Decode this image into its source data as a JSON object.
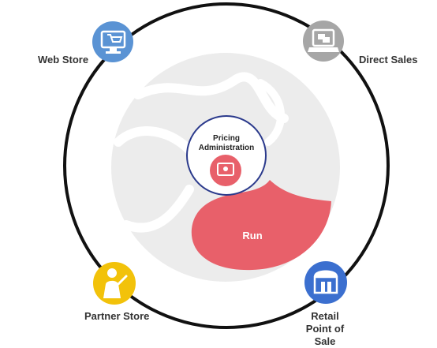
{
  "center": {
    "title": "Pricing Administration",
    "icon": "pricing-tag-icon"
  },
  "phase": {
    "label": "Run",
    "color": "#e8606a"
  },
  "channels": [
    {
      "label": "Web Store",
      "icon": "shopping-cart-monitor-icon",
      "color": "#5a93d4"
    },
    {
      "label": "Direct Sales",
      "icon": "laptop-icon",
      "color": "#a6a6a6"
    },
    {
      "label": "Partner Store",
      "icon": "person-icon",
      "color": "#f2c20a"
    },
    {
      "label": "Retail Point of Sale",
      "icon": "storefront-icon",
      "color": "#3b6fcf"
    }
  ]
}
